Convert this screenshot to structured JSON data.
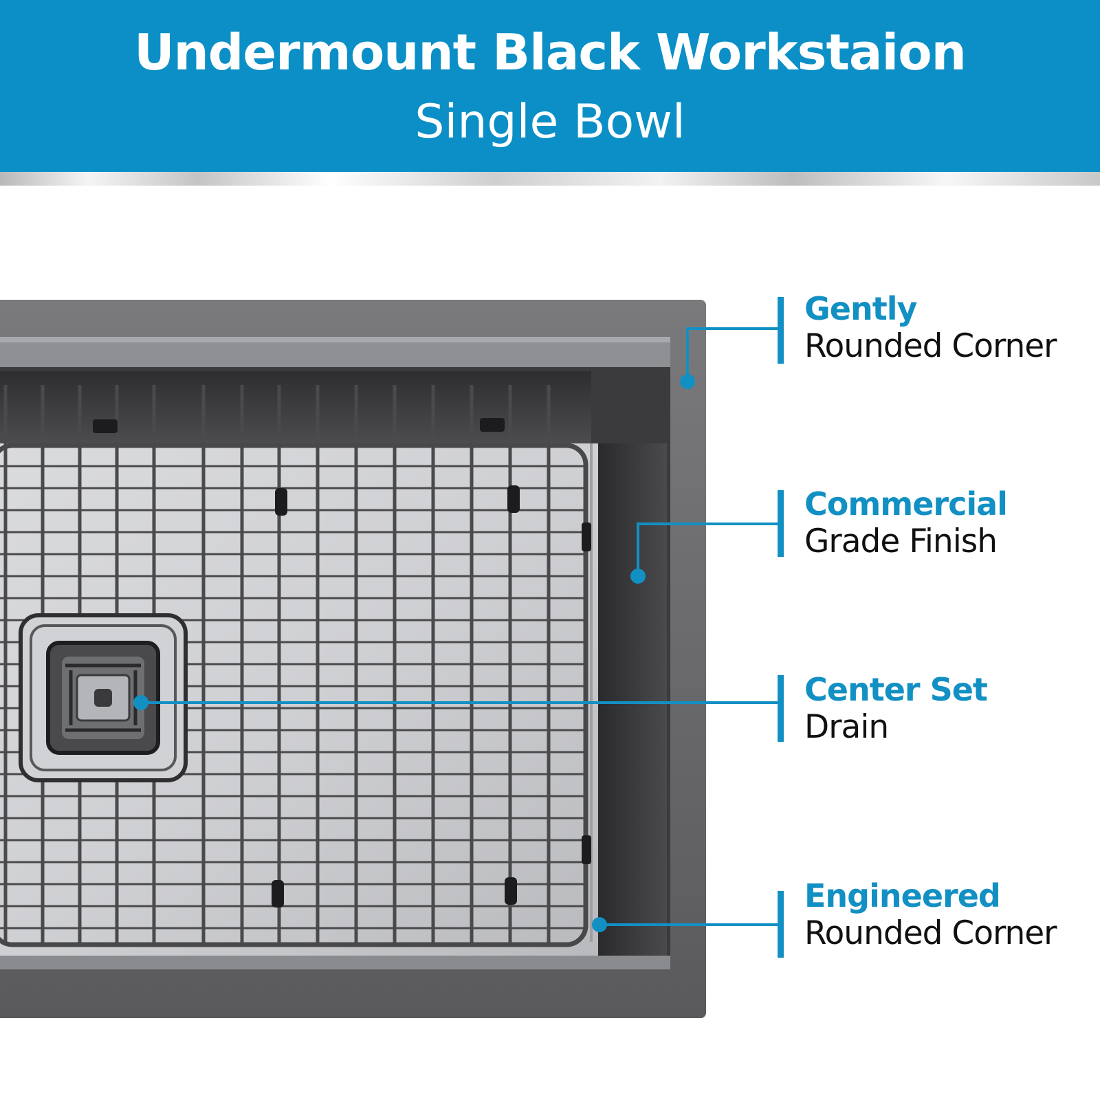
{
  "header": {
    "title": "Undermount Black Workstaion",
    "subtitle": "Single Bowl"
  },
  "callouts": [
    {
      "highlight": "Gently",
      "text": "Rounded Corner"
    },
    {
      "highlight": "Commercial",
      "text": "Grade Finish"
    },
    {
      "highlight": "Center Set",
      "text": "Drain"
    },
    {
      "highlight": "Engineered",
      "text": "Rounded Corner"
    }
  ],
  "colors": {
    "accent": "#0b8fc6",
    "callout_line": "#1390c3",
    "steel_dark": "#3a3a3c"
  }
}
